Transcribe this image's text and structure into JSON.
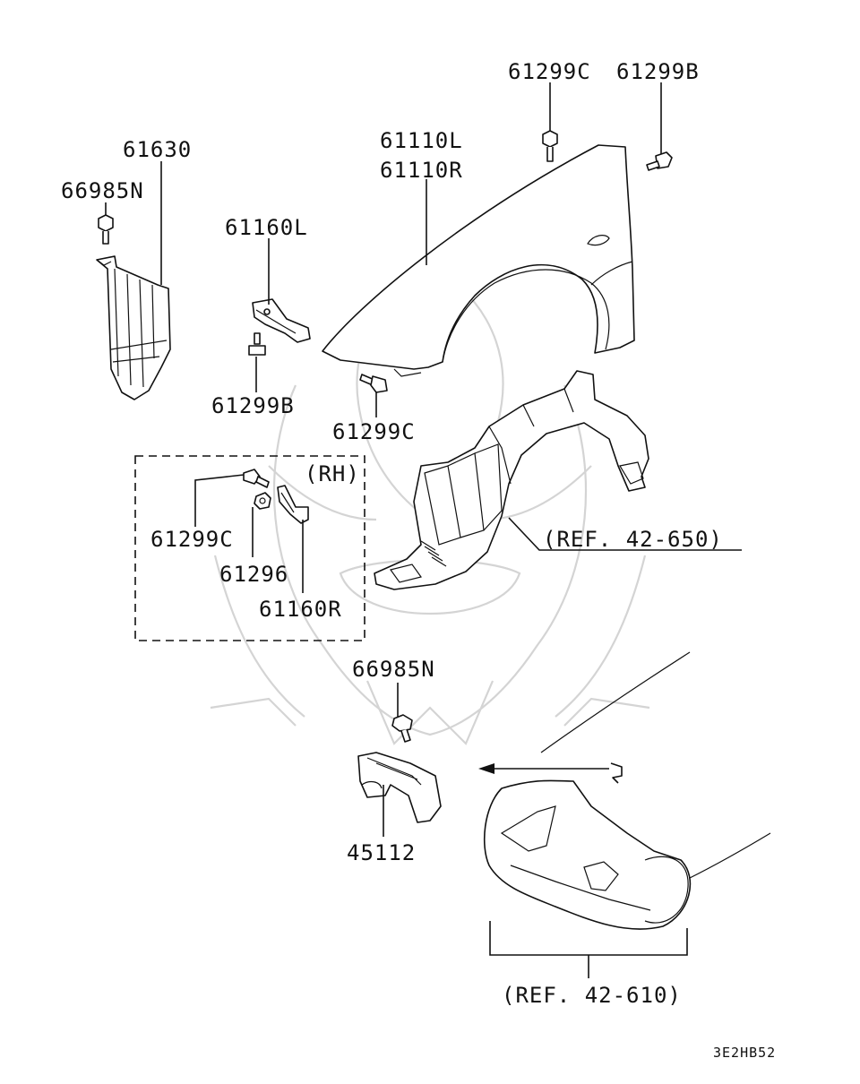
{
  "labels": {
    "p61299c_top": "61299C",
    "p61299b_top": "61299B",
    "p61110l": "61110L",
    "p61110r": "61110R",
    "p61630": "61630",
    "p66985n_left": "66985N",
    "p61160l": "61160L",
    "p61299b_mid": "61299B",
    "p61299c_mid": "61299C",
    "rh": "(RH)",
    "p61299c_rh": "61299C",
    "p61296": "61296",
    "p61160r": "61160R",
    "ref_42_650": "(REF. 42-650)",
    "p66985n_bottom": "66985N",
    "p45112": "45112",
    "ref_42_610": "(REF. 42-610)",
    "diagram_code": "3E2HB52"
  }
}
